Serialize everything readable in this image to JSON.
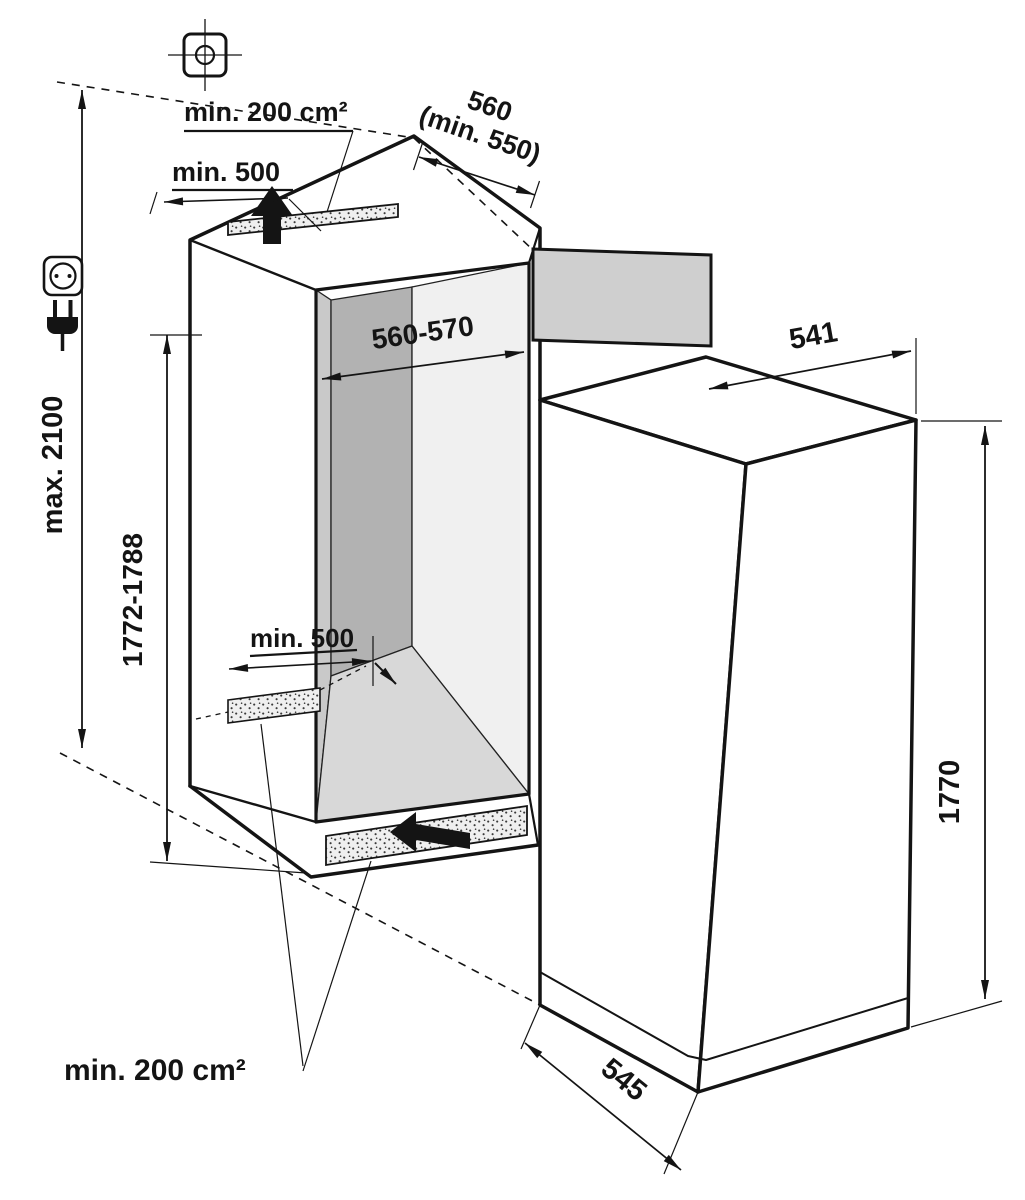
{
  "labels": {
    "top_vent_area": "min. 200 cm²",
    "top_clearance": "min. 500",
    "top_depth_line1": "560",
    "top_depth_line2": "(min. 550)",
    "niche_width": "560-570",
    "total_height": "max. 2100",
    "niche_height": "1772-1788",
    "bottom_clearance": "min. 500",
    "appliance_width": "541",
    "appliance_height": "1770",
    "appliance_depth": "545",
    "bottom_vent_area": "min. 200 cm²"
  },
  "icons": {
    "registration_mark": "crosshair-in-rounded-square",
    "power_socket": "round-socket-two-pins",
    "power_plug": "two-prong-plug",
    "airflow_out": "thick-arrow-up",
    "airflow_in": "thick-arrow-left"
  },
  "colors": {
    "line": "#141414",
    "interior_side_wall": "#c9c9c9",
    "interior_back_wall": "#b2b2b2",
    "interior_right_wall": "#f0f0f0",
    "interior_floor": "#d8d8d8",
    "decor_panel": "#cfcfcf",
    "background": "#ffffff"
  }
}
